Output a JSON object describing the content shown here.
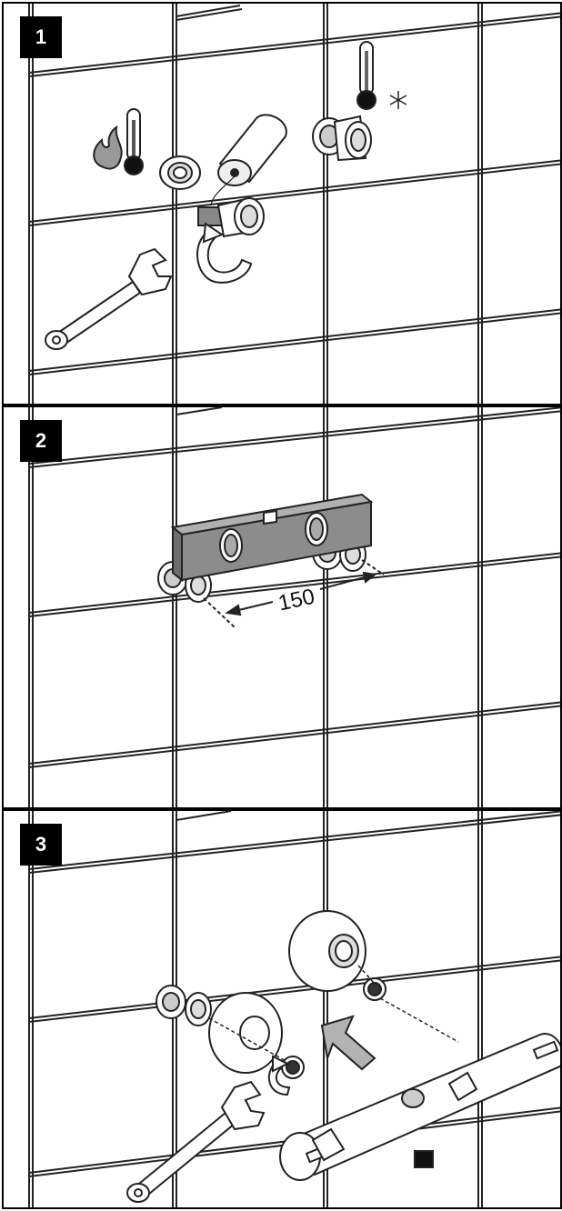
{
  "steps": [
    {
      "number": "1"
    },
    {
      "number": "2",
      "dimension_label": "150"
    },
    {
      "number": "3"
    }
  ],
  "colors": {
    "tile_line": "#222222",
    "level_fill": "#8c8c8c",
    "arrow_fill": "#b3b3b3",
    "badge": "#000000"
  },
  "icons": [
    "flame-icon",
    "thermometer-hot-icon",
    "thermometer-cold-icon",
    "snowflake-icon",
    "wrench-icon",
    "rotate-arrow-icon",
    "spirit-level-icon",
    "push-arrow-icon"
  ]
}
